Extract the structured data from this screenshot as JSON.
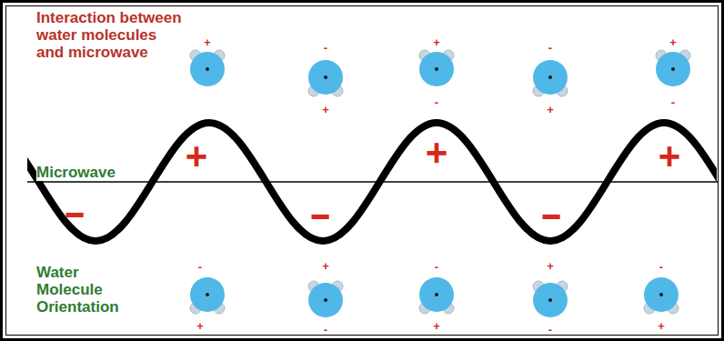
{
  "diagram": {
    "labels": [
      "Interaction between water molecules and microwave",
      "+",
      "-",
      "+",
      "+",
      "-",
      "-",
      "+",
      "+",
      "-",
      "+",
      "+",
      "+",
      "-",
      "-",
      "-",
      "Microwave",
      "Water Molecule Orientation",
      "-",
      "+",
      "-",
      "+",
      "-",
      "+",
      "-",
      "+",
      "-",
      "+"
    ]
  }
}
